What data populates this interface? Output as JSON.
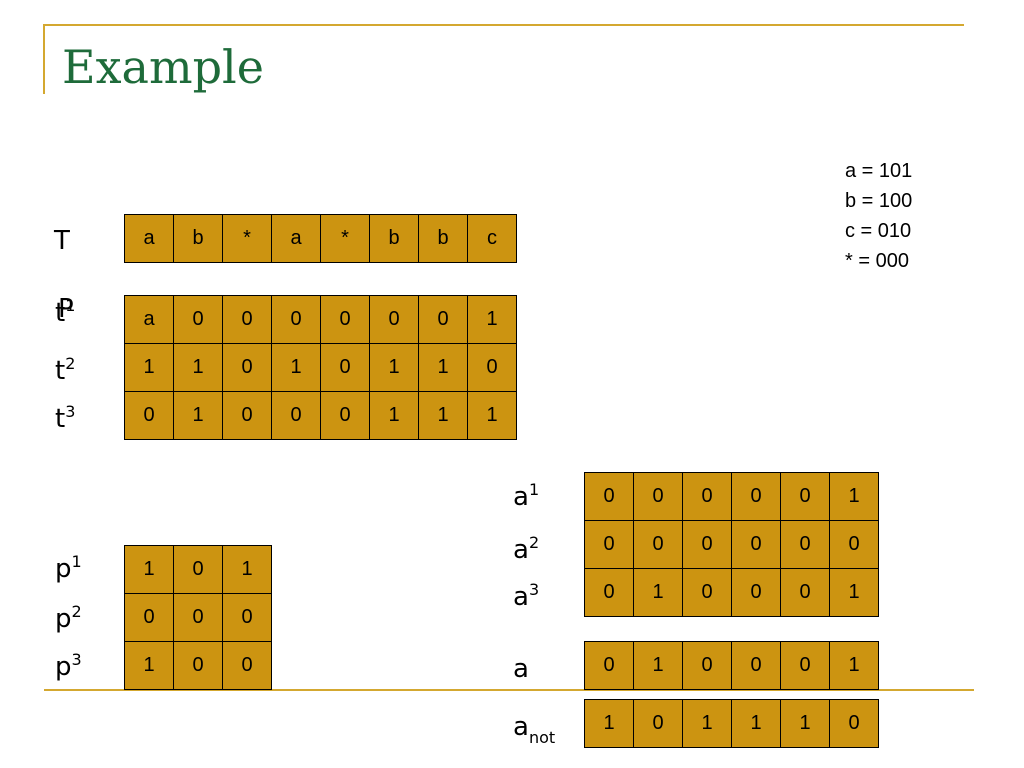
{
  "title": "Example",
  "legend": [
    "a = 101",
    "b = 100",
    "c = 010",
    "* = 000"
  ],
  "text": {
    "label": "T",
    "row": [
      "a",
      "b",
      "*",
      "a",
      "*",
      "b",
      "b",
      "c"
    ]
  },
  "t_matrix": {
    "labels": [
      {
        "base": "t",
        "sup": "1"
      },
      {
        "base": "t",
        "sup": "2"
      },
      {
        "base": "t",
        "sup": "3"
      }
    ],
    "overlay_label": "P",
    "rows": [
      [
        "a",
        "0",
        "0",
        "0",
        "0",
        "0",
        "0",
        "1"
      ],
      [
        "1",
        "1",
        "0",
        "1",
        "0",
        "1",
        "1",
        "0"
      ],
      [
        "0",
        "1",
        "0",
        "0",
        "0",
        "1",
        "1",
        "1"
      ]
    ]
  },
  "p_matrix": {
    "labels": [
      {
        "base": "p",
        "sup": "1"
      },
      {
        "base": "p",
        "sup": "2"
      },
      {
        "base": "p",
        "sup": "3"
      }
    ],
    "rows": [
      [
        "1",
        "0",
        "1"
      ],
      [
        "0",
        "0",
        "0"
      ],
      [
        "1",
        "0",
        "0"
      ]
    ]
  },
  "a_matrix": {
    "labels": [
      {
        "base": "a",
        "sup": "1"
      },
      {
        "base": "a",
        "sup": "2"
      },
      {
        "base": "a",
        "sup": "3"
      }
    ],
    "rows": [
      [
        "0",
        "0",
        "0",
        "0",
        "0",
        "1"
      ],
      [
        "0",
        "0",
        "0",
        "0",
        "0",
        "0"
      ],
      [
        "0",
        "1",
        "0",
        "0",
        "0",
        "1"
      ]
    ]
  },
  "a_result": {
    "label": "a",
    "row": [
      "0",
      "1",
      "0",
      "0",
      "0",
      "1"
    ]
  },
  "a_not": {
    "label_base": "a",
    "label_sub": "not",
    "row": [
      "1",
      "0",
      "1",
      "1",
      "1",
      "0"
    ]
  }
}
